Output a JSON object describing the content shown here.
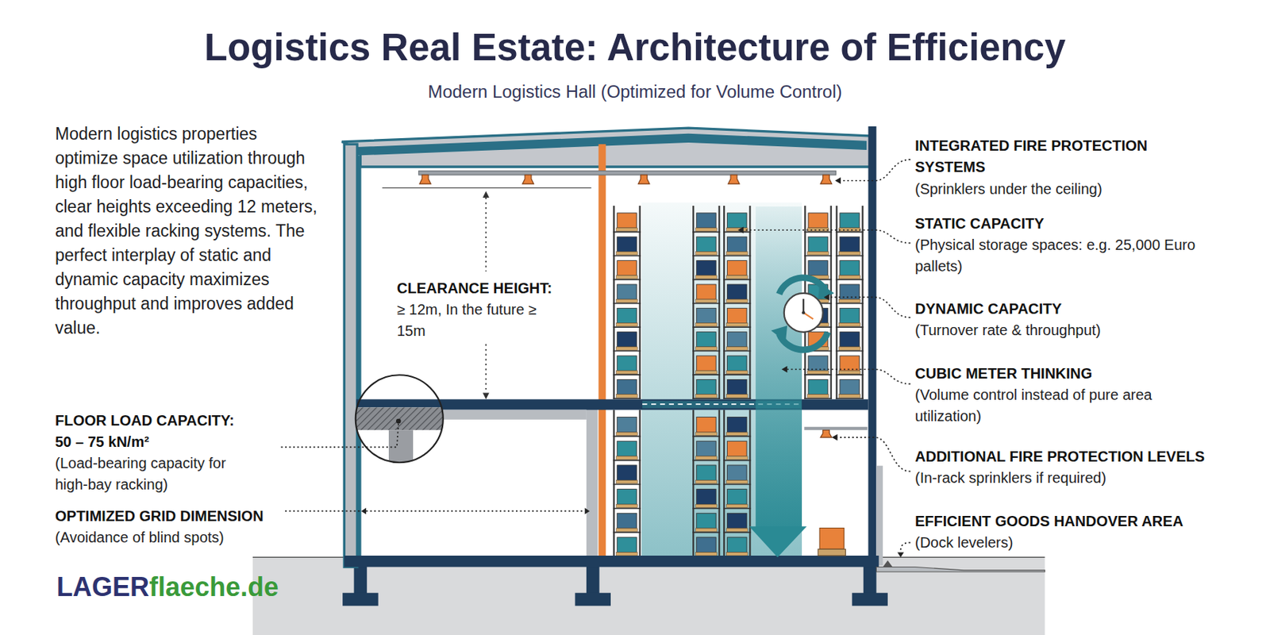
{
  "diagram": {
    "title": "Logistics Real Estate: Architecture of Efficiency",
    "labels": [
      "Modern Logistics Hall (Optimized for Volume Control)",
      "Modern logistics properties optimize space utilization through high floor load-bearing capacities, clear heights exceeding 12 meters, and flexible racking systems. The perfect interplay of static and dynamic capacity maximizes throughput and improves added value.",
      "CLEARANCE HEIGHT:",
      "≥ 12m, In the future ≥ 15m",
      "FLOOR LOAD CAPACITY: 50 – 75 kN/m²",
      "(Load-bearing capacity for high-bay racking)",
      "OPTIMIZED GRID DIMENSION",
      "(Avoidance of blind spots)",
      "INTEGRATED FIRE PROTECTION SYSTEMS",
      "(Sprinklers under the ceiling)",
      "STATIC CAPACITY",
      "(Physical storage spaces: e.g. 25,000 Euro pallets)",
      "DYNAMIC CAPACITY",
      "(Turnover rate & throughput)",
      "CUBIC METER THINKING",
      "(Volume control instead of pure area utilization)",
      "ADDITIONAL FIRE PROTECTION LEVELS",
      "(In-rack sprinklers if required)",
      "EFFICIENT GOODS HANDOVER AREA",
      "(Dock levelers)",
      "LAGER",
      "flaeche.de"
    ]
  }
}
